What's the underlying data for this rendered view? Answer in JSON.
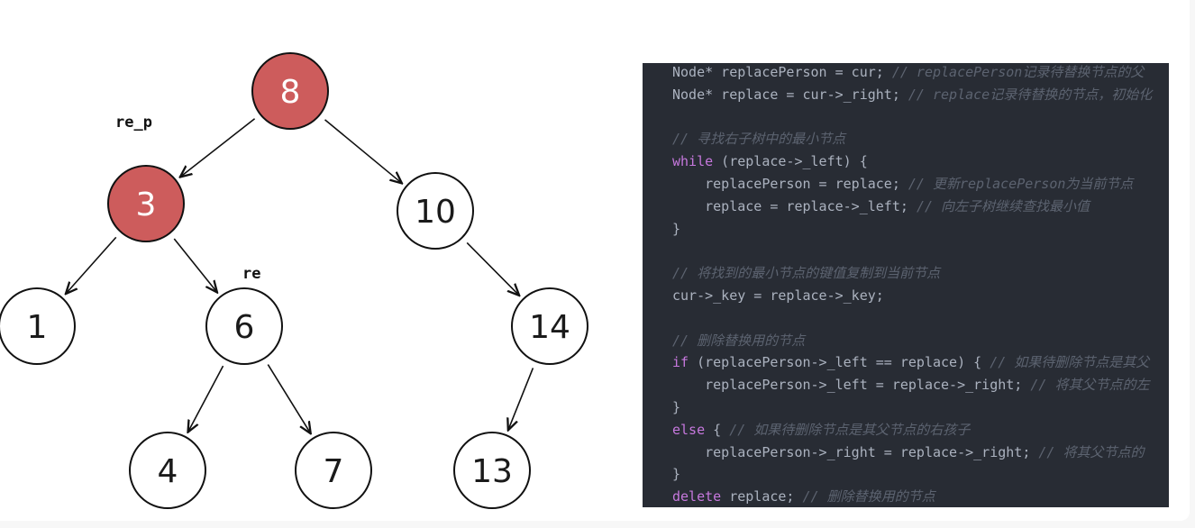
{
  "tree": {
    "nodes": [
      {
        "id": "n8",
        "label": "8",
        "highlighted": true
      },
      {
        "id": "n3",
        "label": "3",
        "highlighted": true
      },
      {
        "id": "n10",
        "label": "10",
        "highlighted": false
      },
      {
        "id": "n1",
        "label": "1",
        "highlighted": false
      },
      {
        "id": "n6",
        "label": "6",
        "highlighted": false
      },
      {
        "id": "n14",
        "label": "14",
        "highlighted": false
      },
      {
        "id": "n4",
        "label": "4",
        "highlighted": false
      },
      {
        "id": "n7",
        "label": "7",
        "highlighted": false
      },
      {
        "id": "n13",
        "label": "13",
        "highlighted": false
      }
    ],
    "edges": [
      [
        "n8",
        "n3"
      ],
      [
        "n8",
        "n10"
      ],
      [
        "n3",
        "n1"
      ],
      [
        "n3",
        "n6"
      ],
      [
        "n10",
        "n14"
      ],
      [
        "n6",
        "n4"
      ],
      [
        "n6",
        "n7"
      ],
      [
        "n14",
        "n13"
      ]
    ],
    "annotations": [
      {
        "id": "re_p",
        "text": "re_p"
      },
      {
        "id": "re",
        "text": "re"
      }
    ],
    "colors": {
      "highlight_fill": "#cd5c5c",
      "node_fill": "#ffffff",
      "stroke": "#111111"
    }
  },
  "code": {
    "colors": {
      "background": "#282c34",
      "keyword": "#c678dd",
      "plain": "#abb2bf",
      "comment": "#5c6370"
    },
    "lines": [
      [
        [
          "plain",
          "Node* replacePerson = cur; "
        ],
        [
          "comment",
          "// replacePerson记录待替换节点的父"
        ]
      ],
      [
        [
          "plain",
          "Node* replace = cur->_right; "
        ],
        [
          "comment",
          "// replace记录待替换的节点，初始化"
        ]
      ],
      [],
      [
        [
          "comment",
          "// 寻找右子树中的最小节点"
        ]
      ],
      [
        [
          "keyword",
          "while"
        ],
        [
          "plain",
          " (replace->_left) {"
        ]
      ],
      [
        [
          "plain",
          "    replacePerson = replace; "
        ],
        [
          "comment",
          "// 更新replacePerson为当前节点"
        ]
      ],
      [
        [
          "plain",
          "    replace = replace->_left; "
        ],
        [
          "comment",
          "// 向左子树继续查找最小值"
        ]
      ],
      [
        [
          "plain",
          "}"
        ]
      ],
      [],
      [
        [
          "comment",
          "// 将找到的最小节点的键值复制到当前节点"
        ]
      ],
      [
        [
          "plain",
          "cur->_key = replace->_key;"
        ]
      ],
      [],
      [
        [
          "comment",
          "// 删除替换用的节点"
        ]
      ],
      [
        [
          "keyword",
          "if"
        ],
        [
          "plain",
          " (replacePerson->_left == replace) { "
        ],
        [
          "comment",
          "// 如果待删除节点是其父"
        ]
      ],
      [
        [
          "plain",
          "    replacePerson->_left = replace->_right; "
        ],
        [
          "comment",
          "// 将其父节点的左"
        ]
      ],
      [
        [
          "plain",
          "}"
        ]
      ],
      [
        [
          "keyword",
          "else"
        ],
        [
          "plain",
          " { "
        ],
        [
          "comment",
          "// 如果待删除节点是其父节点的右孩子"
        ]
      ],
      [
        [
          "plain",
          "    replacePerson->_right = replace->_right; "
        ],
        [
          "comment",
          "// 将其父节点的"
        ]
      ],
      [
        [
          "plain",
          "}"
        ]
      ],
      [
        [
          "keyword",
          "delete"
        ],
        [
          "plain",
          " replace; "
        ],
        [
          "comment",
          "// 删除替换用的节点"
        ]
      ]
    ]
  }
}
